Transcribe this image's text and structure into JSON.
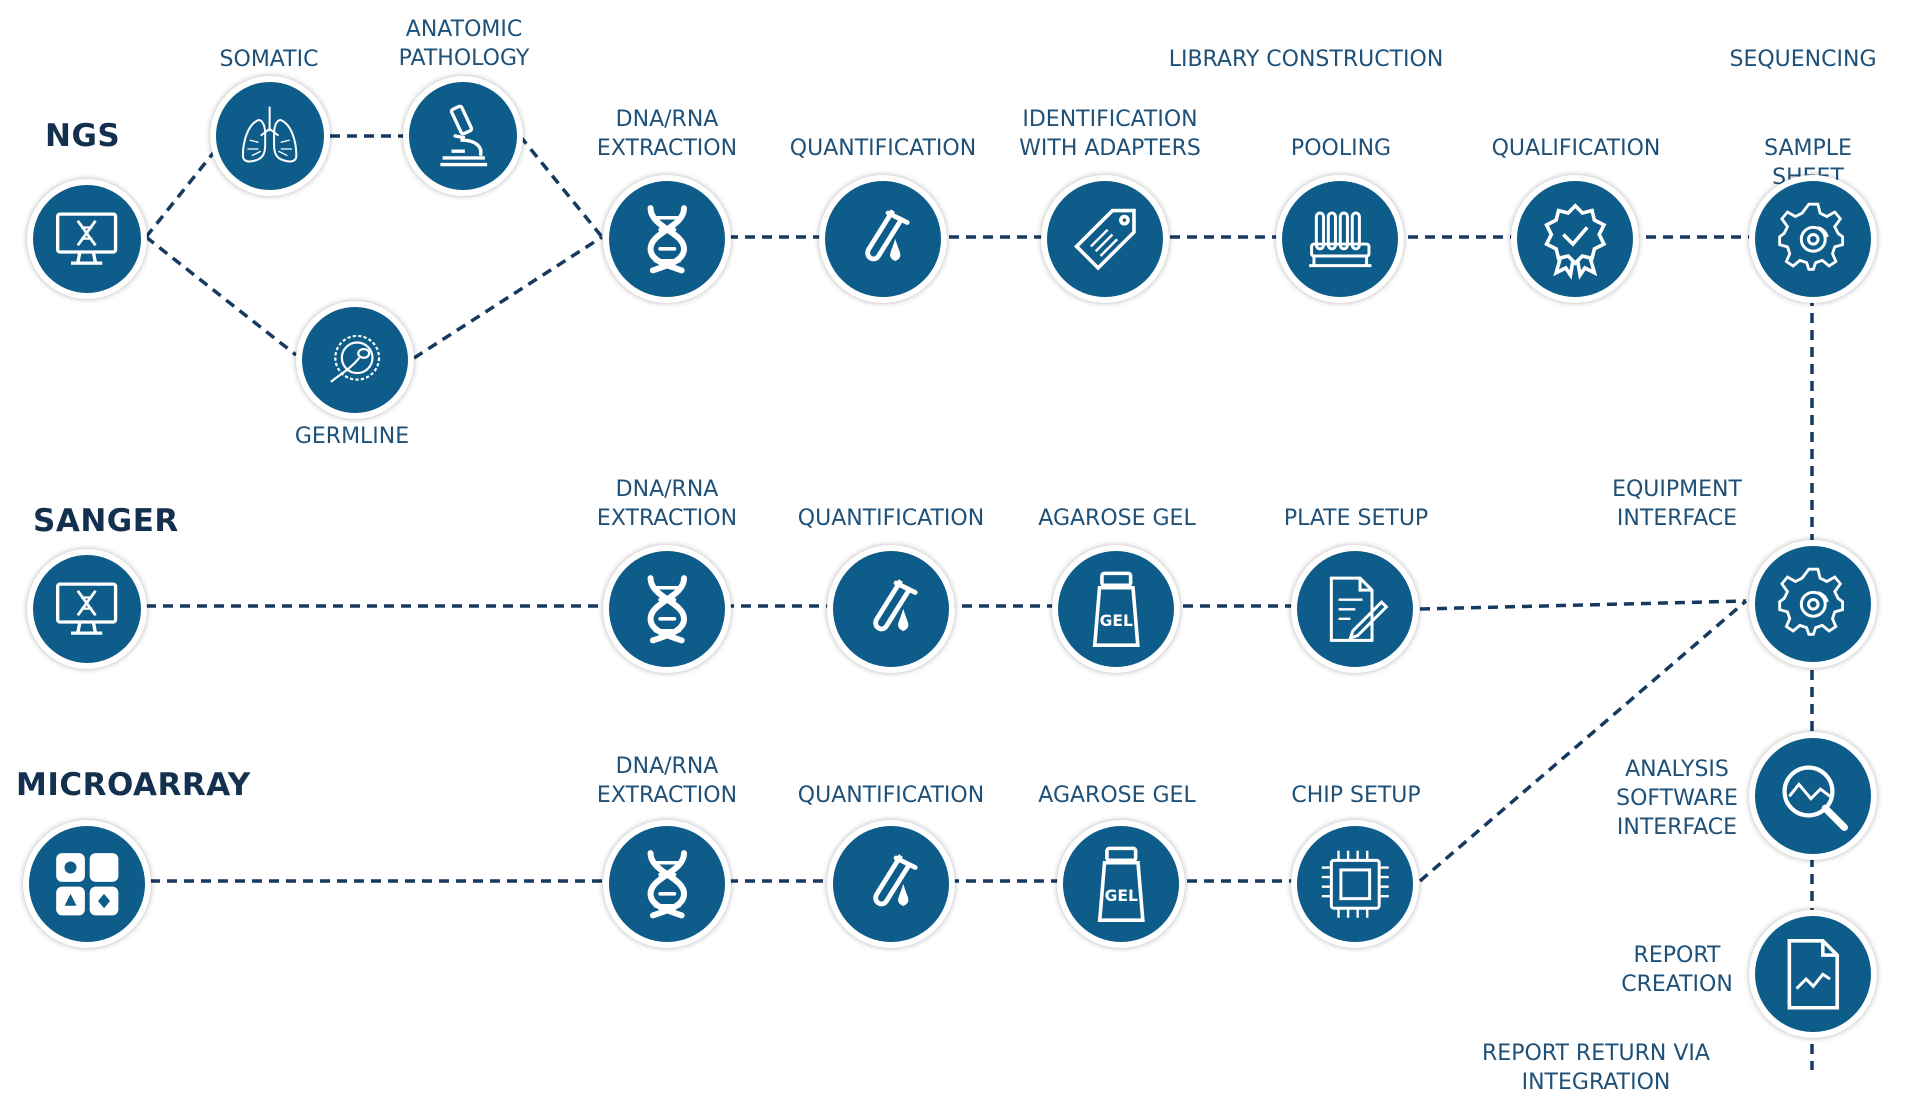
{
  "colors": {
    "node_fill": "#0e5c89",
    "line": "#163a5f",
    "label": "#1e5078",
    "heading": "#14304f"
  },
  "rows": {
    "ngs": "NGS",
    "sanger": "SANGER",
    "microarray": "MICROARRAY"
  },
  "section_labels": {
    "library_construction": "LIBRARY CONSTRUCTION",
    "sequencing": "SEQUENCING",
    "report_return": "REPORT RETURN VIA INTEGRATION"
  },
  "nodes": {
    "ngs_start": {
      "icon": "monitor-dna-icon"
    },
    "somatic": {
      "label": "SOMATIC",
      "icon": "lungs-icon"
    },
    "anatomic_pathology": {
      "label": "ANATOMIC\nPATHOLOGY",
      "icon": "microscope-icon"
    },
    "germline": {
      "label": "GERMLINE",
      "icon": "cell-icon"
    },
    "ngs_extraction": {
      "label": "DNA/RNA\nEXTRACTION",
      "icon": "dna-icon"
    },
    "ngs_quantification": {
      "label": "QUANTIFICATION",
      "icon": "test-tube-icon"
    },
    "identification": {
      "label": "IDENTIFICATION\nWITH ADAPTERS",
      "icon": "tag-icon"
    },
    "pooling": {
      "label": "POOLING",
      "icon": "tube-rack-icon"
    },
    "qualification": {
      "label": "QUALIFICATION",
      "icon": "award-badge-icon"
    },
    "sample_sheet": {
      "label": "SAMPLE SHEET",
      "icon": "gear-icon"
    },
    "sanger_start": {
      "icon": "monitor-dna-icon"
    },
    "sanger_extraction": {
      "label": "DNA/RNA\nEXTRACTION",
      "icon": "dna-icon"
    },
    "sanger_quantification": {
      "label": "QUANTIFICATION",
      "icon": "test-tube-icon"
    },
    "sanger_agarose": {
      "label": "AGAROSE GEL",
      "icon": "gel-bottle-icon",
      "icon_text": "GEL"
    },
    "plate_setup": {
      "label": "PLATE SETUP",
      "icon": "document-pen-icon"
    },
    "equipment_interface": {
      "label": "EQUIPMENT\nINTERFACE",
      "icon": "gear-icon"
    },
    "micro_start": {
      "icon": "grid-shapes-icon"
    },
    "micro_extraction": {
      "label": "DNA/RNA\nEXTRACTION",
      "icon": "dna-icon"
    },
    "micro_quantification": {
      "label": "QUANTIFICATION",
      "icon": "test-tube-icon"
    },
    "micro_agarose": {
      "label": "AGAROSE GEL",
      "icon": "gel-bottle-icon",
      "icon_text": "GEL"
    },
    "chip_setup": {
      "label": "CHIP SETUP",
      "icon": "chip-icon"
    },
    "analysis_software": {
      "label": "ANALYSIS\nSOFTWARE\nINTERFACE",
      "icon": "magnifier-chart-icon"
    },
    "report_creation": {
      "label": "REPORT\nCREATION",
      "icon": "report-chart-icon"
    }
  }
}
